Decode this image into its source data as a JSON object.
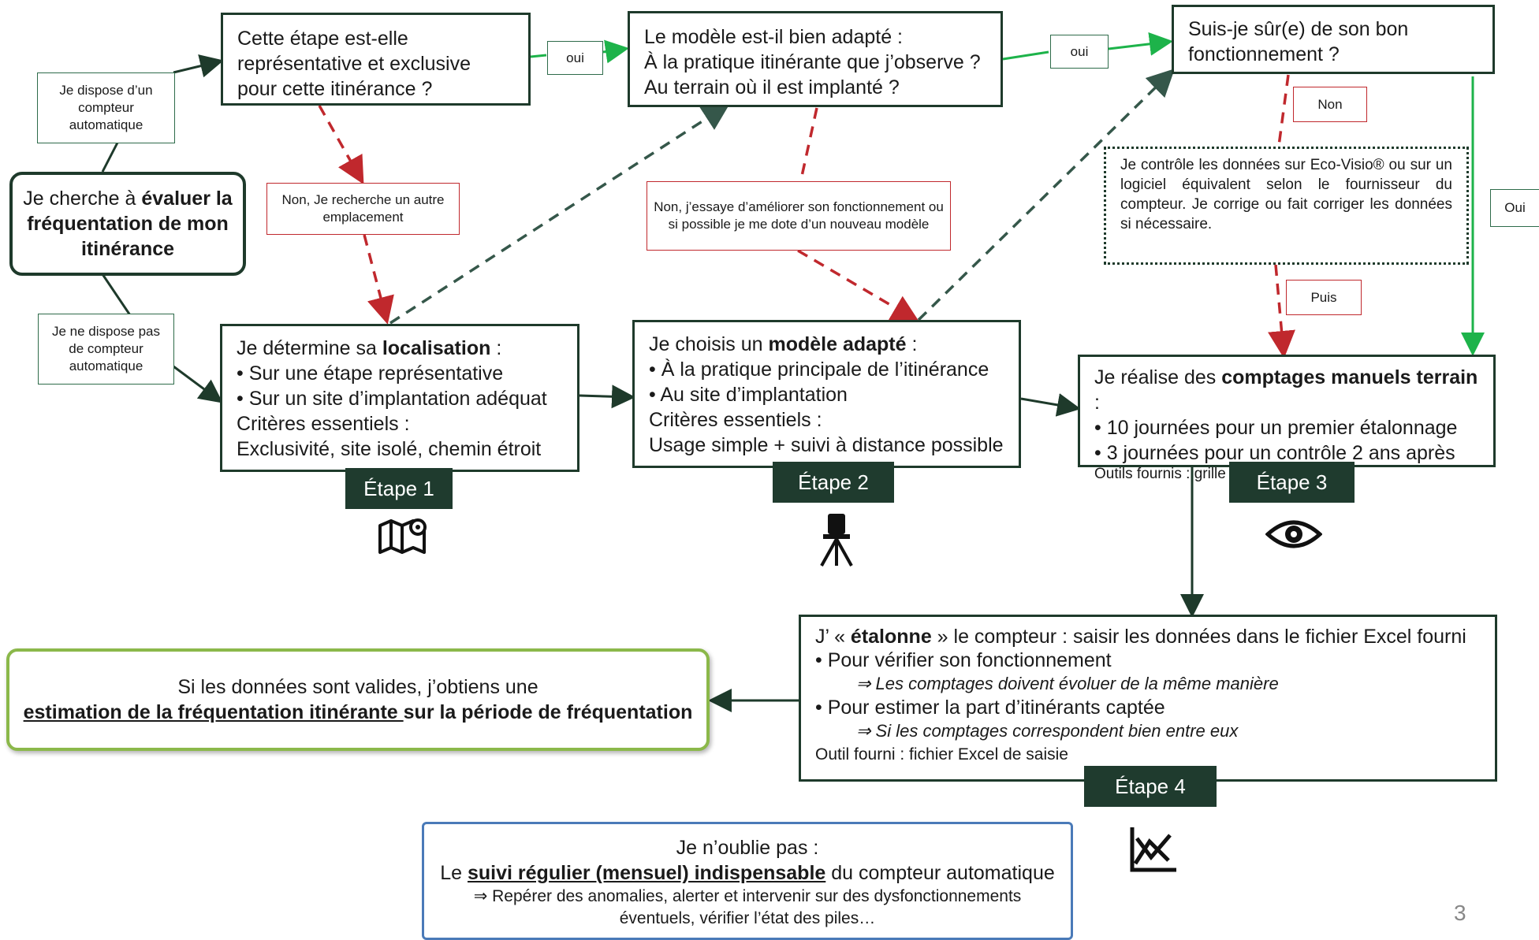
{
  "start": {
    "pre": "Je cherche à ",
    "bold": "évaluer la fréquentation de mon itinérance"
  },
  "branch_yes": "Je dispose d’un compteur automatique",
  "branch_no": "Je ne dispose pas de compteur automatique",
  "q1": "Cette étape est-elle représentative et exclusive pour cette itinérance ?",
  "q2": {
    "l1": "Le modèle est-il bien adapté :",
    "l2": "À la pratique itinérante que j’observe ?",
    "l3": "Au terrain où il est implanté ?"
  },
  "q3": "Suis-je sûr(e) de son bon fonctionnement ?",
  "labels": {
    "oui1": "oui",
    "oui2": "oui",
    "oui3": "Oui",
    "non3": "Non",
    "puis": "Puis",
    "non1": "Non, Je recherche un autre emplacement",
    "non2": "Non, j’essaye d’améliorer son fonctionnement ou si possible je me dote d’un nouveau modèle"
  },
  "control": "Je contrôle les données sur Eco-Visio® ou sur un logiciel équivalent selon le fournisseur du compteur. Je corrige ou fait corriger les données si nécessaire.",
  "step1": {
    "pre": "Je détermine sa ",
    "bold": "localisation",
    "post": " :",
    "b1": "• Sur une étape représentative",
    "b2": "• Sur un site d’implantation adéquat",
    "l3": "Critères essentiels :",
    "l4": "Exclusivité, site isolé, chemin étroit",
    "badge": "Étape 1"
  },
  "step2": {
    "pre": "Je choisis un ",
    "bold": "modèle adapté",
    "post": " :",
    "b1": "• À la pratique principale de l’itinérance",
    "b2": "• Au site d’implantation",
    "l3": "Critères essentiels :",
    "l4": "Usage simple + suivi à distance possible",
    "badge": "Étape 2"
  },
  "step3": {
    "pre": "Je réalise des ",
    "bold": "comptages manuels terrain",
    "post": " :",
    "b1": "•  10 journées pour un premier étalonnage",
    "b2": "• 3 journées pour un contrôle 2 ans après",
    "l3": "Outils fournis : grille +  outil saisie",
    "badge": "Étape 3"
  },
  "step4": {
    "pre": "J’ « ",
    "bold": "étalonne",
    "post": " » le compteur : saisir les données dans le fichier Excel fourni",
    "b1": "• Pour vérifier son fonctionnement",
    "s1": "⇒ Les comptages doivent évoluer de la même manière",
    "b2": "• Pour estimer la part d’itinérants captée",
    "s2": "⇒  Si les comptages correspondent bien entre eux",
    "l5": "Outil fourni : fichier Excel de saisie",
    "badge": "Étape 4"
  },
  "result": {
    "l1": "Si les données sont valides, j’obtiens une",
    "u": "estimation de la fréquentation itinérante ",
    "post": "sur la période de fréquentation"
  },
  "reminder": {
    "l1": "Je n’oublie pas :",
    "pre": "Le ",
    "u": "suivi régulier (mensuel) indispensable",
    "post": " du compteur automatique",
    "l3": "⇒  Repérer des anomalies, alerter et intervenir sur des dysfonctionnements éventuels, vérifier l’état des piles…"
  },
  "page_number": "3",
  "colors": {
    "dark_green": "#1e3a2b",
    "green": "#1db34a",
    "red": "#c0282d",
    "olive": "#8bb84a",
    "blue": "#4a7ab8"
  },
  "icons": [
    "map-icon",
    "tripod-icon",
    "eye-icon",
    "chart-icon"
  ]
}
